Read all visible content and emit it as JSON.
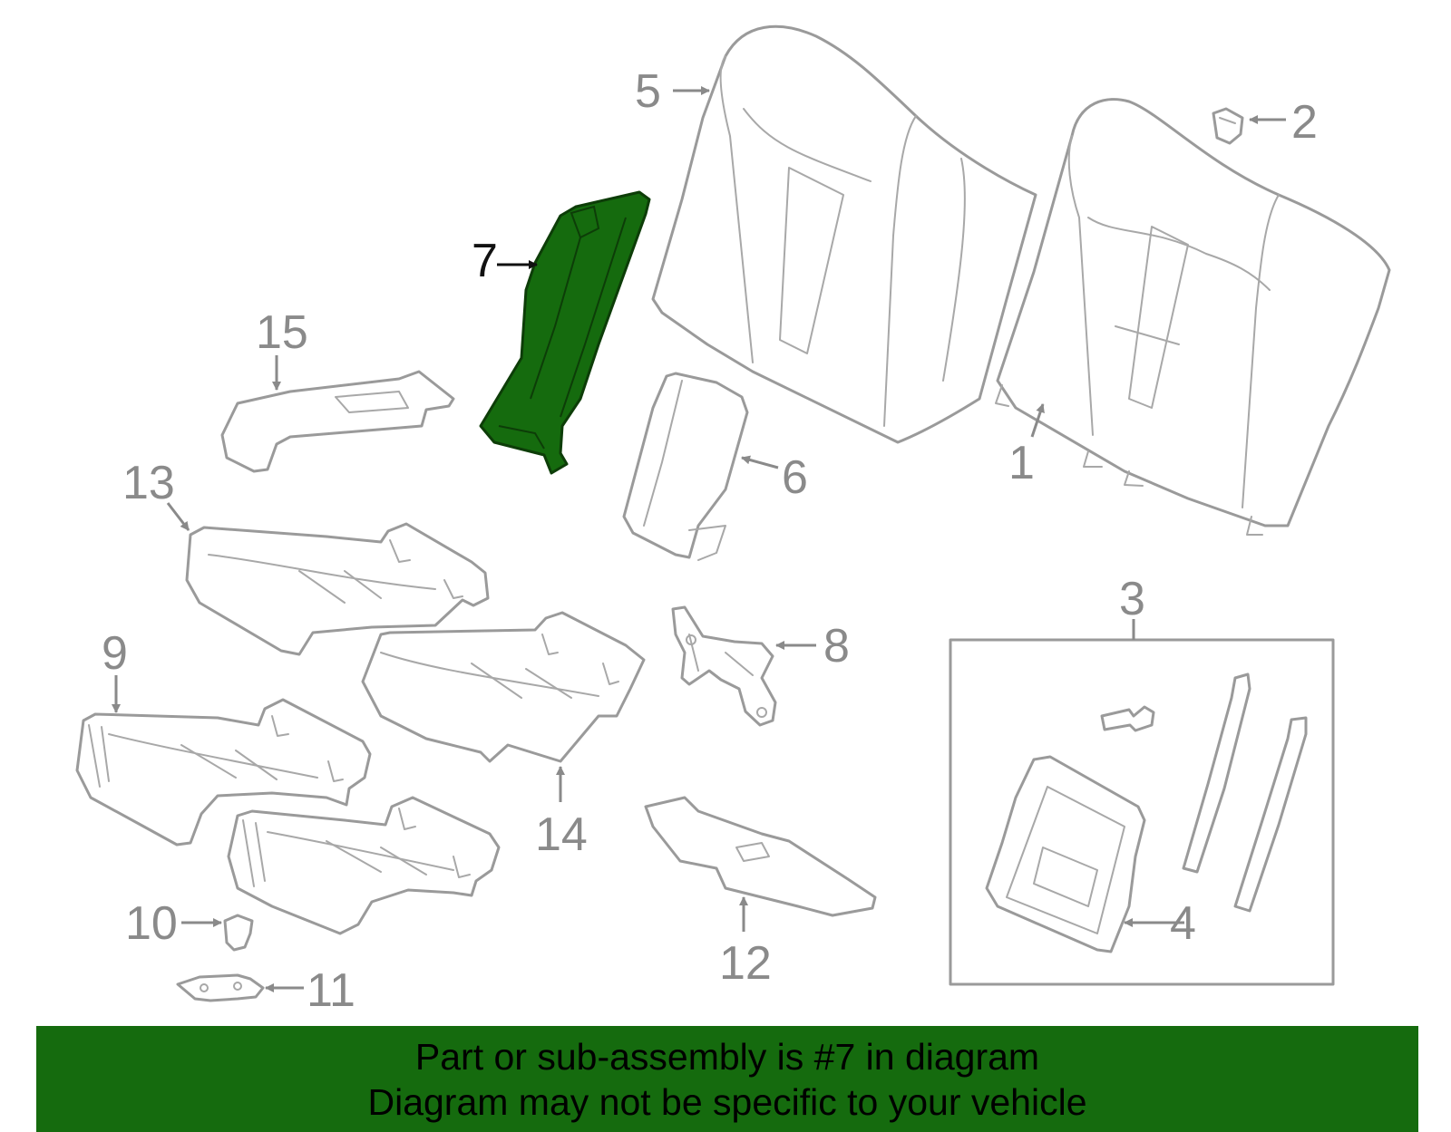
{
  "highlight_color": "#156b0e",
  "callouts": {
    "c1": "1",
    "c2": "2",
    "c3": "3",
    "c4": "4",
    "c5": "5",
    "c6": "6",
    "c7": "7",
    "c8": "8",
    "c9": "9",
    "c10": "10",
    "c11": "11",
    "c12": "12",
    "c13": "13",
    "c14": "14",
    "c15": "15"
  },
  "highlighted_part": "7",
  "banner": {
    "line1": "Part or sub-assembly is #7 in diagram",
    "line2": "Diagram may not be specific to your vehicle"
  }
}
